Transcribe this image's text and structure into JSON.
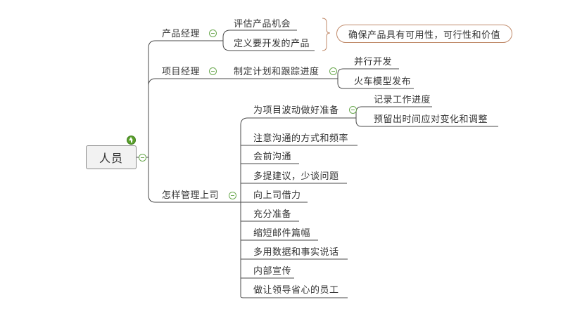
{
  "root": {
    "label": "人员"
  },
  "branches": {
    "pm": {
      "label": "产品经理",
      "children": [
        "评估产品机会",
        "定义要开发的产品"
      ],
      "summary": "确保产品具有可用性，可行性和价值"
    },
    "proj": {
      "label": "项目经理",
      "child": "制定计划和跟踪进度",
      "grandchildren": [
        "并行开发",
        "火车模型发布"
      ]
    },
    "boss": {
      "label": "怎样管理上司",
      "first": {
        "label": "为项目波动做好准备",
        "children": [
          "记录工作进度",
          "预留出时间应对变化和调整"
        ]
      },
      "items": [
        "注意沟通的方式和频率",
        "会前沟通",
        "多提建议，少谈问题",
        "向上司借力",
        "充分准备",
        "缩短邮件篇幅",
        "多用数据和事实说话",
        "内部宣传",
        "做让领导省心的员工"
      ]
    }
  },
  "colors": {
    "line": "#4a4a4a",
    "summary_border": "#c08a6a",
    "toggle": "#6aa84f",
    "upgrade_icon": "#5aa02c"
  }
}
